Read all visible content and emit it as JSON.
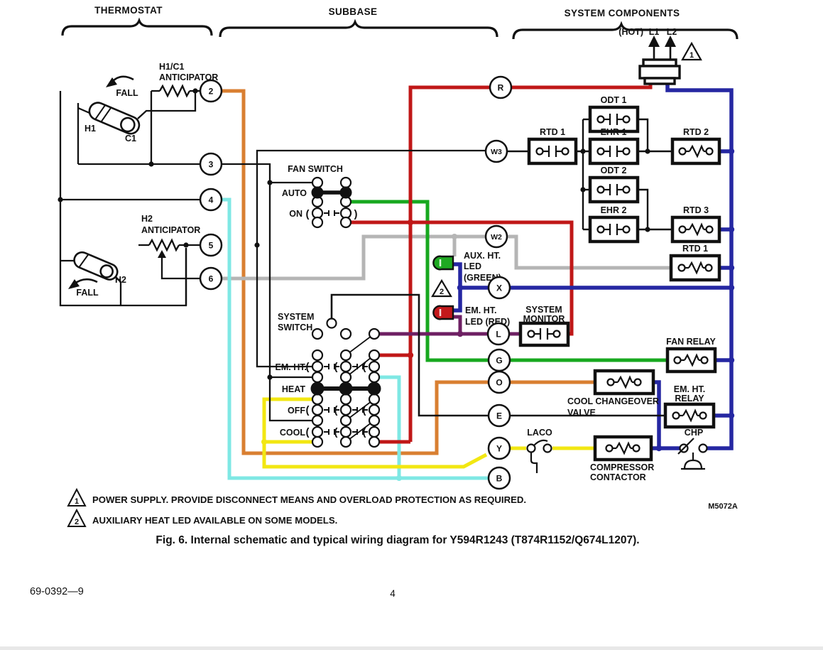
{
  "page": {
    "background": "#ffffff"
  },
  "sections": {
    "thermostat": "THERMOSTAT",
    "subbase": "SUBBASE",
    "system_components": "SYSTEM COMPONENTS"
  },
  "power": {
    "hot": "(HOT)",
    "l1": "L1",
    "l2": "L2",
    "warning": "1"
  },
  "thermostat": {
    "anticipator1_line1": "H1/C1",
    "anticipator1_line2": "ANTICIPATOR",
    "fall_upper": "FALL",
    "fall_lower": "FALL",
    "h1": "H1",
    "c1": "C1",
    "h2": "H2",
    "anticipator2_line1": "H2",
    "anticipator2_line2": "ANTICIPATOR",
    "terminals": [
      "2",
      "3",
      "4",
      "5",
      "6"
    ]
  },
  "subbase": {
    "fan_switch": "FAN SWITCH",
    "auto": "AUTO",
    "on": "ON",
    "system_switch_line1": "SYSTEM",
    "system_switch_line2": "SWITCH",
    "positions": {
      "em_ht": "EM. HT.",
      "heat": "HEAT",
      "off": "OFF",
      "cool": "COOL"
    },
    "terminals": {
      "r": "R",
      "w3": "W3",
      "w2": "W2",
      "x": "X",
      "l": "L",
      "g": "G",
      "o": "O",
      "e": "E",
      "y": "Y",
      "b": "B"
    },
    "aux_led_line1": "AUX. HT.",
    "aux_led_line2": "LED",
    "aux_led_line3": "(GREEN)",
    "em_led_line1": "EM. HT.",
    "em_led_line2": "LED (RED)",
    "led_warning": "2"
  },
  "components": {
    "odt1": "ODT 1",
    "rtd1": "RTD 1",
    "ehr1": "EHR 1",
    "rtd2": "RTD 2",
    "odt2": "ODT 2",
    "ehr2": "EHR 2",
    "rtd3": "RTD 3",
    "rtd1_lower": "RTD 1",
    "system_monitor_line1": "SYSTEM",
    "system_monitor_line2": "MONITOR",
    "fan_relay": "FAN RELAY",
    "cool_changeover_line1": "COOL CHANGEOVER",
    "cool_changeover_line2": "VALVE",
    "em_ht_relay_line1": "EM. HT.",
    "em_ht_relay_line2": "RELAY",
    "chp": "CHP",
    "laco": "LACO",
    "compressor_line1": "COMPRESSOR",
    "compressor_line2": "CONTACTOR"
  },
  "notes": [
    {
      "num": "1",
      "text": "POWER SUPPLY. PROVIDE DISCONNECT MEANS AND OVERLOAD PROTECTION AS REQUIRED."
    },
    {
      "num": "2",
      "text": "AUXILIARY HEAT LED AVAILABLE ON SOME MODELS."
    }
  ],
  "caption": "Fig. 6. Internal schematic and typical wiring diagram for Y594R1243 (T874R1152/Q674L1207).",
  "footer": {
    "document_number": "69-0392—9",
    "page_number": "4",
    "drawing_number": "M5072A"
  },
  "colors": {
    "black": "#111111",
    "orange": "#D97F31",
    "red": "#C01717",
    "green": "#17A81F",
    "gray": "#B5B5B5",
    "cyan": "#7FE8E4",
    "yellow": "#F2E712",
    "blue": "#2527A2",
    "purple": "#6E2063",
    "led_green": "#1FA922",
    "led_red": "#C3181B"
  }
}
